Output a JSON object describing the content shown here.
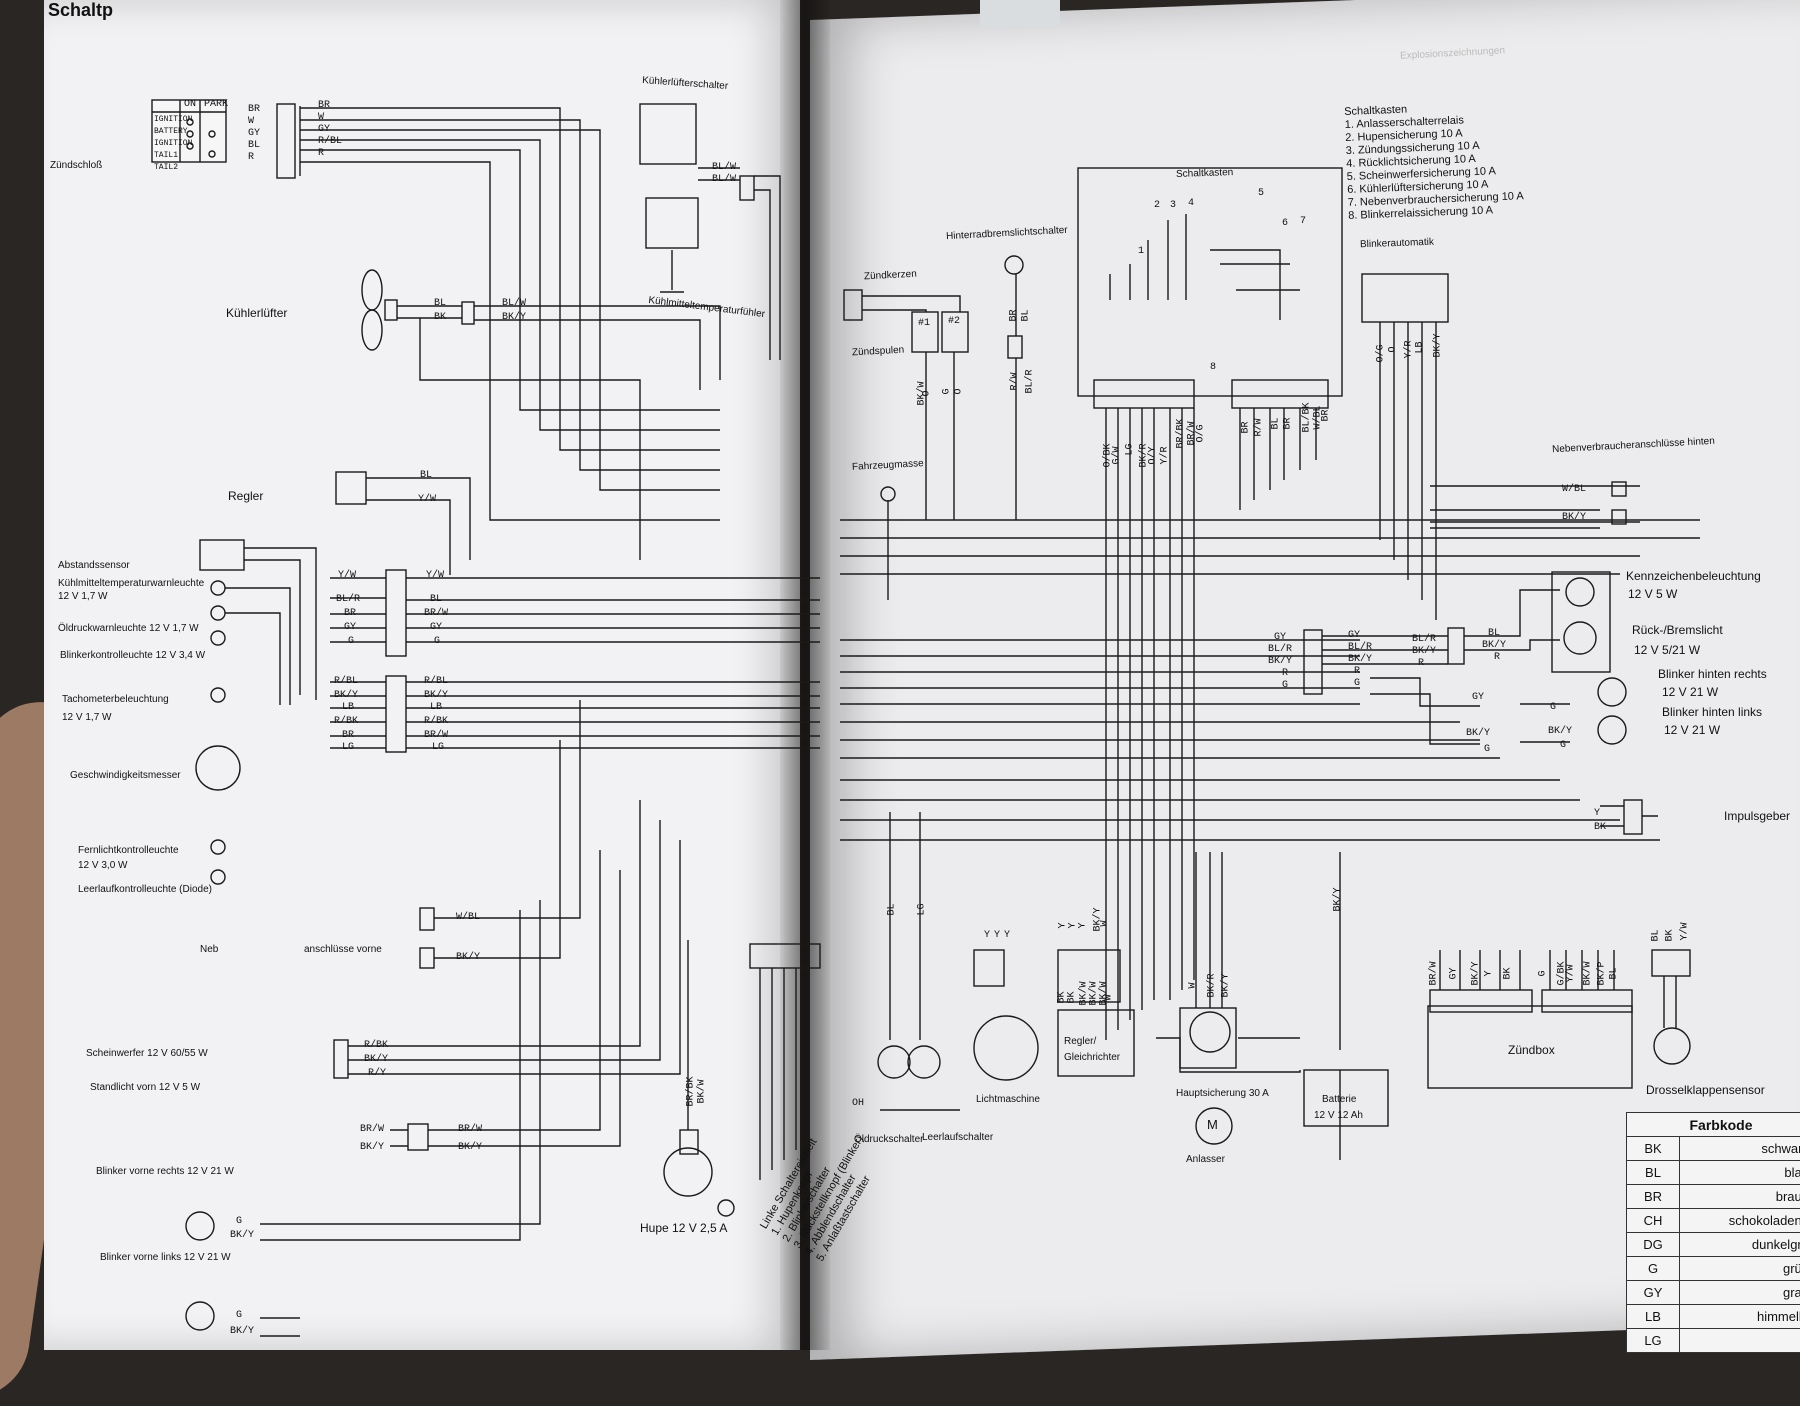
{
  "header": {
    "title_fragment": "Schaltp"
  },
  "left_page": {
    "ignition_switch": {
      "label": "Zündschloß",
      "columns": [
        "ON",
        "PARK"
      ],
      "rows": [
        "IGNITION",
        "BATTERY",
        "IGNITION",
        "TAIL1",
        "TAIL2"
      ],
      "wires": [
        "BR",
        "W",
        "GY",
        "BL",
        "R"
      ],
      "wires_right": [
        "BR",
        "W",
        "GY",
        "R/BL",
        "R"
      ]
    },
    "fan_switch": {
      "label": "Kühlerlüfterschalter",
      "wires": [
        "BL/W",
        "BL/W"
      ]
    },
    "coolant_temp_sensor": {
      "label": "Kühlmitteltemperaturfühler"
    },
    "radiator_fan": {
      "label": "Kühlerlüfter",
      "wires": [
        "BL",
        "BK"
      ],
      "wires_out": [
        "BL/W",
        "BK/Y"
      ]
    },
    "regulator": {
      "label": "Regler",
      "wires": [
        "BL",
        "Y/W"
      ]
    },
    "distance_sensor": {
      "label": "Abstandssensor"
    },
    "warning_lights": [
      "Kühlmitteltemperaturwarnleuchte",
      "12 V 1,7 W",
      "Öldruckwarnleuchte 12 V 1,7 W",
      "Blinkerkontrolleuchte 12 V 3,4 W"
    ],
    "connector_a_left": [
      "Y/W",
      "BL/R",
      "BR",
      "GY",
      "G"
    ],
    "connector_a_right": [
      "Y/W",
      "BL",
      "BR/W",
      "GY",
      "G"
    ],
    "tacho_light": [
      "Tachometerbeleuchtung",
      "12 V 1,7 W"
    ],
    "connector_b_left": [
      "R/BL",
      "BK/Y",
      "LB",
      "R/BK",
      "BR",
      "LG"
    ],
    "connector_b_right": [
      "R/BL",
      "BK/Y",
      "LB",
      "R/BK",
      "BR/W",
      "LG"
    ],
    "speedometer": "Geschwindigkeitsmesser",
    "highbeam_light": [
      "Fernlichtkontrolleuchte",
      "12 V 3,0 W"
    ],
    "neutral_light": "Leerlaufkontrolleuchte (Diode)",
    "aux_front": {
      "label_a": "Neb",
      "label_b": "anschlüsse vorne",
      "wires": [
        "W/BL",
        "BK/Y"
      ]
    },
    "headlight": "Scheinwerfer 12 V 60/55 W",
    "parking_light": "Standlicht vorn 12 V 5 W",
    "headlight_wires": [
      "R/BK",
      "BK/Y",
      "R/Y"
    ],
    "pair_wires": [
      "BR/W",
      "BK/Y"
    ],
    "turn_front_right": "Blinker vorne rechts 12 V 21 W",
    "turn_front_left": "Blinker vorne links 12 V 21 W",
    "turn_wires": [
      "G",
      "BK/Y"
    ],
    "horn": "Hupe 12 V 2,5 A",
    "horn_wires": [
      "BR/BK",
      "BK/W"
    ],
    "left_switch": {
      "title": "Linke Schaltereinheit",
      "items": [
        "1. Hupenknopf",
        "2. Blinkerschalter",
        "3. Rückstellknopf (Blinker)",
        "4. Abblendschalter",
        "5. Anlaßtastschalter"
      ]
    }
  },
  "right_page": {
    "fuse_box": {
      "title": "Schaltkasten",
      "items": [
        "Schaltkasten",
        "1. Anlasserschalterrelais",
        "2. Hupensicherung 10 A",
        "3. Zündungssicherung 10 A",
        "4. Rücklichtsicherung 10 A",
        "5. Scheinwerfersicherung 10 A",
        "6. Kühlerlüftersicherung 10 A",
        "7. Nebenverbrauchersicherung 10 A",
        "8. Blinkerrelaissicherung 10 A"
      ],
      "markers": [
        "1",
        "2",
        "3",
        "4",
        "5",
        "6",
        "7",
        "8"
      ],
      "wires_a": [
        "O/BK",
        "G/W",
        "LG",
        "BK/R",
        "O/Y",
        "Y/R",
        "BR/BK",
        "BR/W",
        "O/G"
      ],
      "wires_b": [
        "BR",
        "R/W",
        "BL",
        "BR",
        "BL/BK",
        "W/BL",
        "BR"
      ]
    },
    "blinker_unit": {
      "label": "Blinkerautomatik",
      "wires": [
        "O/G",
        "O",
        "Y/R",
        "LB",
        "BK/Y"
      ]
    },
    "rear_brake_switch": {
      "label": "Hinterradbremslichtschalter",
      "wires": [
        "BR",
        "BL"
      ],
      "wires_out": [
        "R/W",
        "BL/R"
      ]
    },
    "spark_plugs": "Zündkerzen",
    "ignition_coils": "Zündspulen",
    "coil_ids": [
      "#1",
      "#2"
    ],
    "coil_wires": [
      "BK/W",
      "O",
      "G",
      "O"
    ],
    "vehicle_ground": "Fahrzeugmasse",
    "aux_rear": {
      "label": "Nebenverbraucheranschlüsse hinten",
      "wires": [
        "W/BL",
        "BK/Y"
      ]
    },
    "license_light": [
      "Kennzeichenbeleuchtung",
      "12 V 5 W"
    ],
    "tail_brake": [
      "Rück-/Bremslicht",
      "12 V 5/21 W"
    ],
    "rear_conn_left": [
      "GY",
      "BL/R",
      "BK/Y",
      "R",
      "G"
    ],
    "rear_conn_right": [
      "GY",
      "BL/R",
      "BK/Y",
      "R",
      "G"
    ],
    "rear_conn_out": [
      "BL/R",
      "BK/Y",
      "R"
    ],
    "tail_wires": [
      "BL",
      "BK/Y",
      "R"
    ],
    "turn_rear_right": [
      "Blinker hinten rechts",
      "12 V 21 W"
    ],
    "turn_rear_left": [
      "Blinker hinten links",
      "12 V 21 W"
    ],
    "turn_rear_wires": [
      "GY",
      "G",
      "BK/Y",
      "BK/Y",
      "G",
      "G"
    ],
    "pulse_generator": {
      "label": "Impulsgeber",
      "wires": [
        "Y",
        "BK"
      ]
    },
    "oil_pressure_switch": "Öldruckschalter",
    "neutral_switch": "Leerlaufschalter",
    "oil_marks": [
      "OH",
      "BL",
      "LG"
    ],
    "generator": "Lichtmaschine",
    "generator_wires": [
      "Y",
      "Y",
      "Y"
    ],
    "regulator_rectifier": [
      "Regler/",
      "Gleichrichter"
    ],
    "rr_wires": [
      "BK",
      "BK",
      "BK/W",
      "BK/W",
      "BK/W",
      "W"
    ],
    "rr_wires_top": [
      "Y",
      "Y",
      "Y",
      "BK/Y",
      "W"
    ],
    "main_fuse": "Hauptsicherung 30 A",
    "main_fuse_wires": [
      "W",
      "BK/R",
      "BK/Y"
    ],
    "starter": "Anlasser",
    "starter_symbol": "M",
    "battery": [
      "Batterie",
      "12 V 12 Ah"
    ],
    "battery_wire": "BK/Y",
    "ignition_box": "Zündbox",
    "ignition_box_wires": [
      "BR/W",
      "GY",
      "BK/Y",
      "Y",
      "BK",
      "G",
      "G/BK",
      "Y/W",
      "BK/W",
      "BK/P",
      "BL"
    ],
    "throttle_sensor": "Drosselklappensensor",
    "throttle_wires": [
      "BL",
      "BK",
      "Y/W"
    ],
    "color_code": {
      "title": "Farbkode",
      "rows": [
        [
          "BK",
          "schwarz"
        ],
        [
          "BL",
          "blau"
        ],
        [
          "BR",
          "braun"
        ],
        [
          "CH",
          "schokoladenb"
        ],
        [
          "DG",
          "dunkelgrü"
        ],
        [
          "G",
          "grün"
        ],
        [
          "GY",
          "grau"
        ],
        [
          "LB",
          "himmelbl"
        ],
        [
          "LG",
          ""
        ]
      ]
    },
    "top_right_fragment": "Explosionszeichnungen"
  }
}
